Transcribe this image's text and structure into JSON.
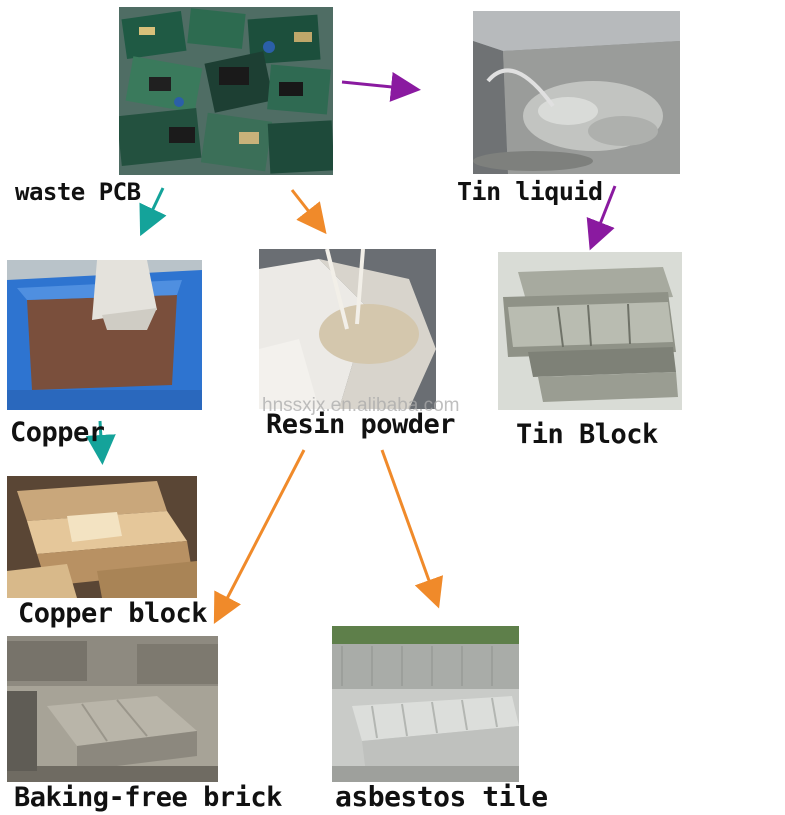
{
  "labels": {
    "waste_pcb": "waste PCB",
    "tin_liquid": "Tin liquid",
    "copper": "Copper",
    "resin_powder": "Resin powder",
    "tin_block": "Tin Block",
    "copper_block": "Copper block",
    "baking_free_brick": "Baking-free brick",
    "asbestos_tile": "asbestos tile"
  },
  "watermark": "hnssxjx.en.alibaba.com",
  "images": {
    "waste_pcb": "pile of waste circuit boards",
    "tin_liquid": "molten tin in steel tank",
    "copper": "copper powder in blue plastic crate",
    "resin_powder": "resin powder in white sack",
    "tin_block": "stacked tin ingots",
    "copper_block": "stacked copper ingots",
    "baking_free_brick": "baking-free bricks on pallets",
    "asbestos_tile": "stacked corrugated asbestos tiles"
  },
  "arrow_colors": {
    "purple": "#8a1aa0",
    "teal": "#14a39a",
    "orange": "#f08a2a"
  }
}
